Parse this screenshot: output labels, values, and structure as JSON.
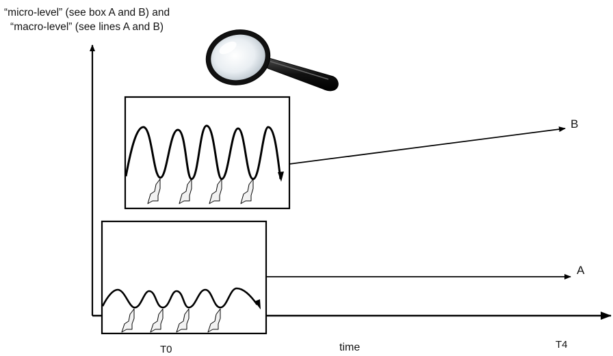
{
  "y_axis_label_line1": "“micro-level” (see box A and B) and",
  "y_axis_label_line2": "“macro-level” (see lines A and B)",
  "box_a_label": "A",
  "box_b_label": "B",
  "line_a_label": "A",
  "line_b_label": "B",
  "x_axis": {
    "start_label": "T0",
    "middle_label": "time",
    "end_label": "T4"
  },
  "magnifier_icon": "magnifying-glass-icon",
  "colors": {
    "ink": "#000000",
    "lightning_fill": "#f2f2f2",
    "lens_tint": "#dfe6ec",
    "handle": "#1a1a1a"
  }
}
